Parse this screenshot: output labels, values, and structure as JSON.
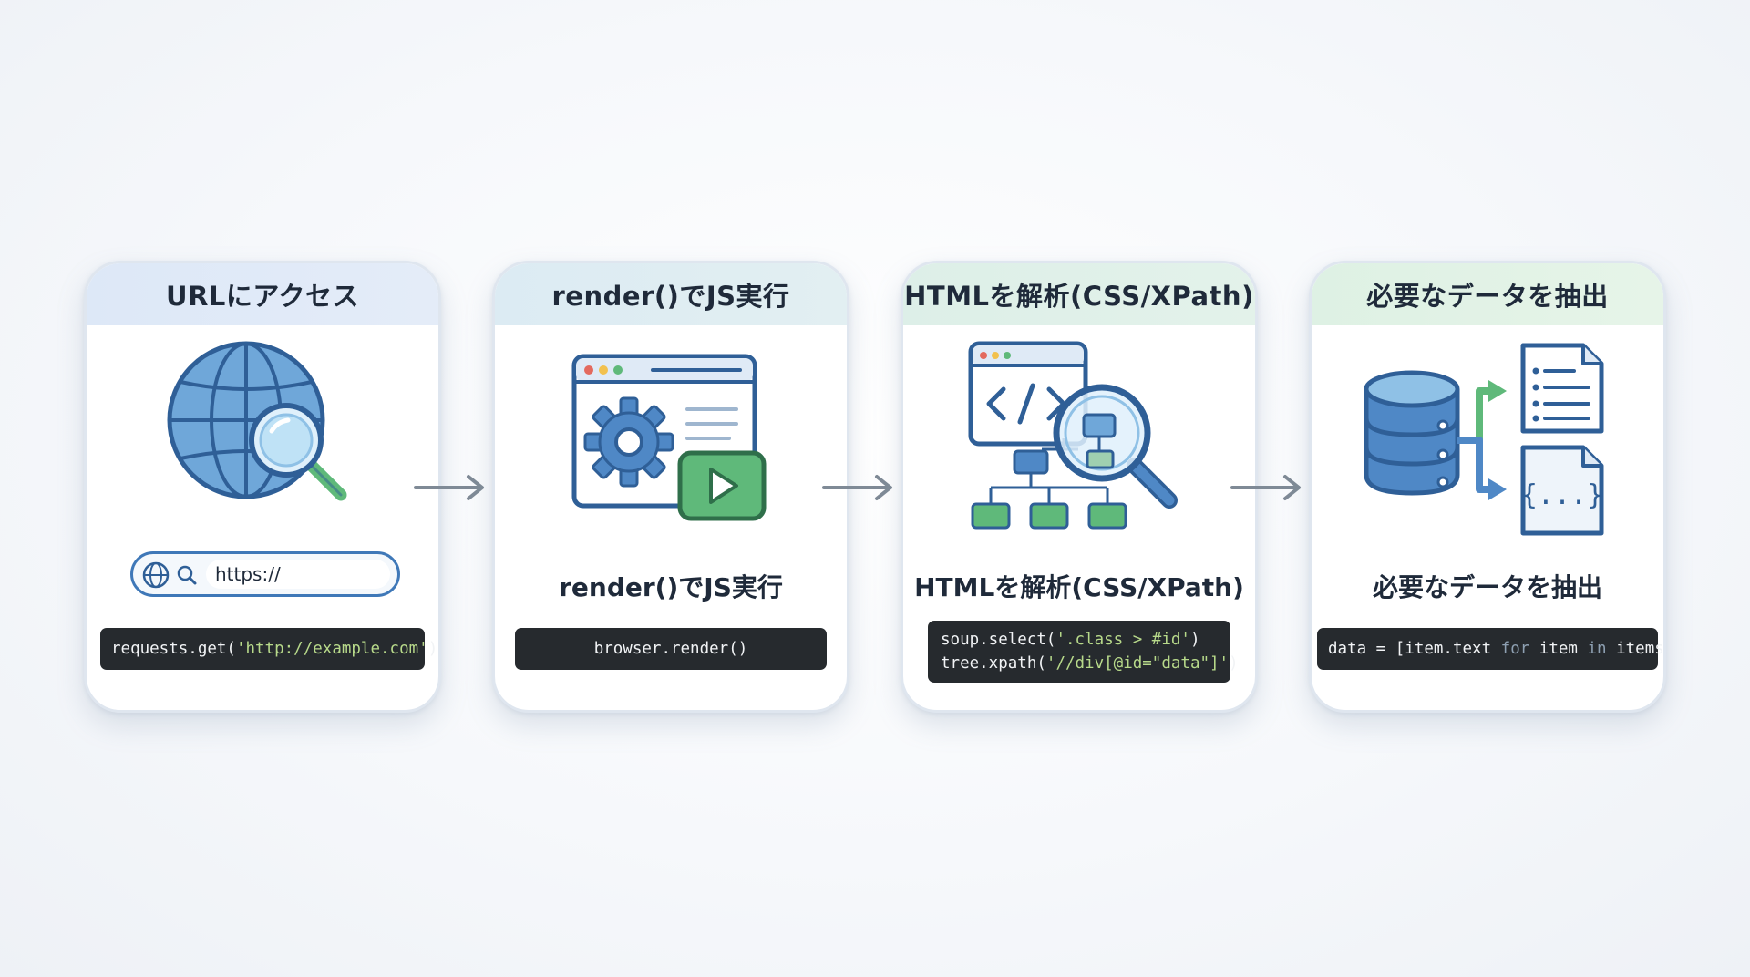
{
  "steps": [
    {
      "title": "URLにアクセス",
      "url_field": "https://",
      "code": {
        "pre": "requests.get(",
        "str": "'http://example.com'",
        "post": ")"
      }
    },
    {
      "title": "render()でJS実行",
      "subtitle": "render()でJS実行",
      "code": {
        "line": "browser.render()"
      }
    },
    {
      "title": "HTMLを解析(CSS/XPath)",
      "subtitle": "HTMLを解析(CSS/XPath)",
      "code": {
        "l1_pre": "soup.select(",
        "l1_str": "'.class > #id'",
        "l1_post": ")",
        "l2_pre": "tree.xpath(",
        "l2_str": "'//div[@id=\"data\"]'",
        "l2_post": ")"
      }
    },
    {
      "title": "必要なデータを抽出",
      "subtitle": "必要なデータを抽出",
      "code": {
        "p1": "data = [item.text ",
        "kw1": "for",
        "p2": " item ",
        "kw2": "in",
        "p3": " items]"
      },
      "json_glyph": "{...}"
    }
  ],
  "icons": [
    "globe-icon",
    "magnifier-icon",
    "browser-gear-icon",
    "play-icon",
    "code-window-icon",
    "tree-icon",
    "database-icon",
    "document-icon",
    "json-file-icon",
    "arrow-right-icon"
  ],
  "colors": {
    "blue": "#3f78b8",
    "light_blue": "#8fc1e6",
    "green": "#5fb97a",
    "dark": "#262a2e"
  }
}
